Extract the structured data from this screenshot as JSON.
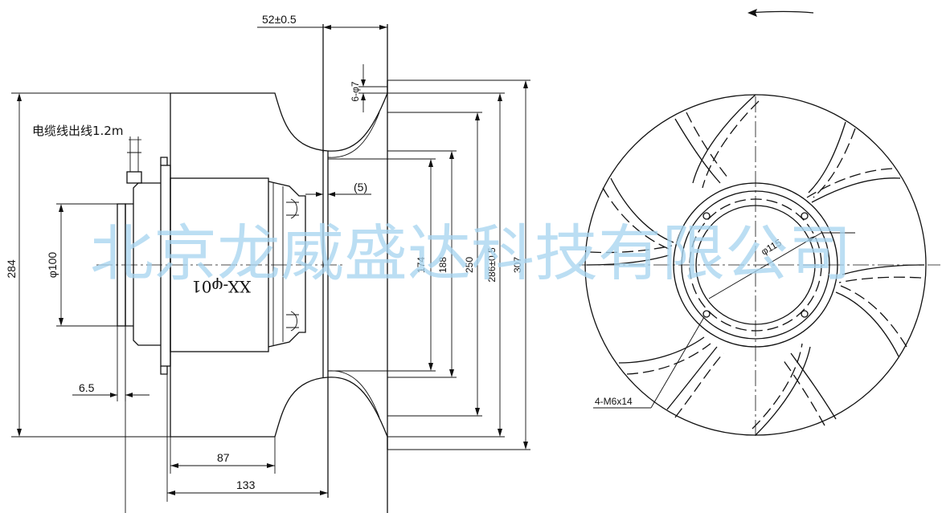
{
  "drawing": {
    "watermark": "北京龙威盛达科技有限公司",
    "model_label": "XX-φ01",
    "cable_note": "电缆线出线1.2m",
    "rotation_arrow_icon": "arrow-left-icon",
    "dimensions": {
      "top_width": "52±0.5",
      "hole_pattern": "6-φ7",
      "gap": "(5)",
      "total_height": "284",
      "shaft_diameter": "φ100",
      "flange_offset": "6.5",
      "length_short": "87",
      "length_long": "133",
      "d174": "174",
      "d188": "188",
      "d250": "250",
      "d286": "286±0.5",
      "d307": "307",
      "hub_diameter": "φ115",
      "thread_holes": "4-M6x14"
    }
  }
}
